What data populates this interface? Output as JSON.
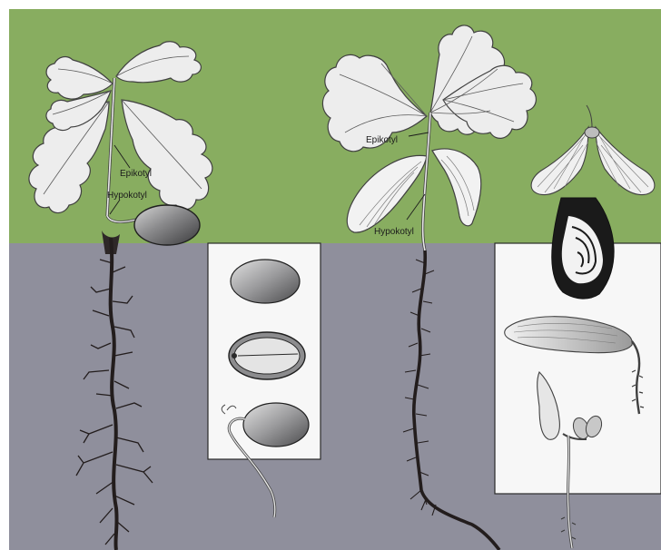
{
  "colors": {
    "page": "#ffffff",
    "sky": "#88ad60",
    "soil": "#8f8f9c",
    "leaf_fill": "#ededed",
    "leaf_stroke": "#404040",
    "root": "#231d1d",
    "seed": "#5f5f62",
    "panel": "#f7f7f7"
  },
  "labels": {
    "oak_epicotyl": "Epikotyl",
    "oak_hypocotyl": "Hypokotyl",
    "maple_epicotyl": "Epikotyl",
    "maple_hypocotyl": "Hypokotyl"
  }
}
